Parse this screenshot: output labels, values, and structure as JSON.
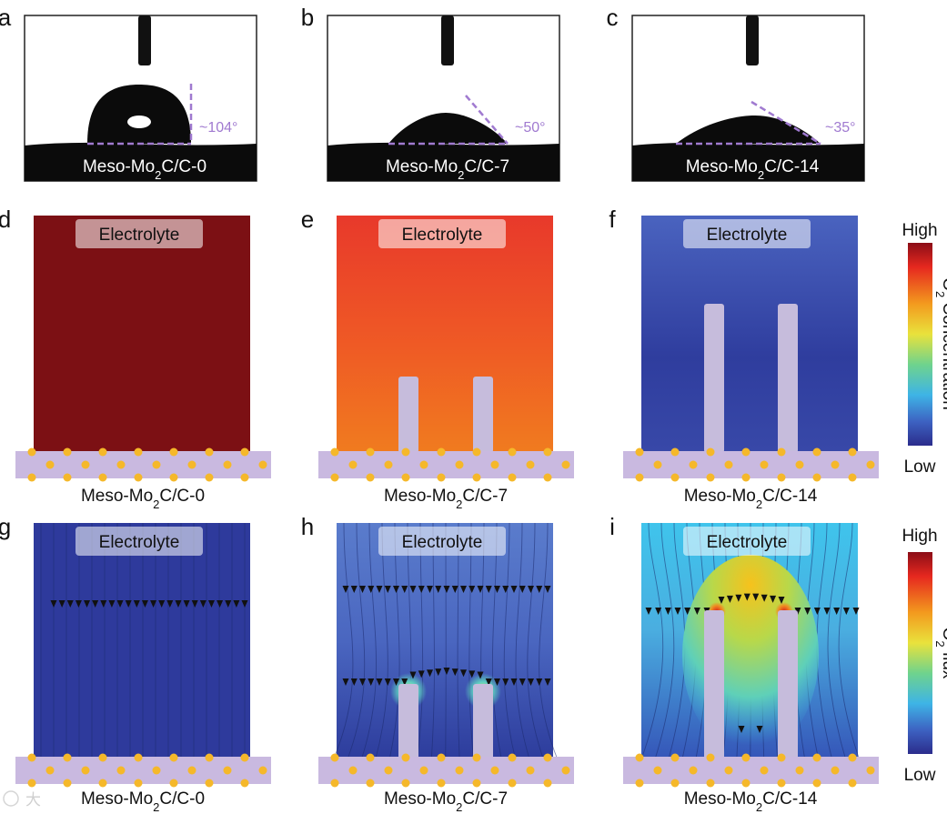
{
  "row1": [
    {
      "label": "a",
      "sample": "Meso-Mo",
      "sub": "2",
      "suffix": "C/C-0",
      "angle": "~104°"
    },
    {
      "label": "b",
      "sample": "Meso-Mo",
      "sub": "2",
      "suffix": "C/C-7",
      "angle": "~50°"
    },
    {
      "label": "c",
      "sample": "Meso-Mo",
      "sub": "2",
      "suffix": "C/C-14",
      "angle": "~35°"
    }
  ],
  "row2": [
    {
      "label": "d",
      "electrolyte": "Electrolyte",
      "sample": "Meso-Mo",
      "sub": "2",
      "suffix": "C/C-0"
    },
    {
      "label": "e",
      "electrolyte": "Electrolyte",
      "sample": "Meso-Mo",
      "sub": "2",
      "suffix": "C/C-7"
    },
    {
      "label": "f",
      "electrolyte": "Electrolyte",
      "sample": "Meso-Mo",
      "sub": "2",
      "suffix": "C/C-14"
    }
  ],
  "row3": [
    {
      "label": "g",
      "electrolyte": "Electrolyte",
      "sample": "Meso-Mo",
      "sub": "2",
      "suffix": "C/C-0"
    },
    {
      "label": "h",
      "electrolyte": "Electrolyte",
      "sample": "Meso-Mo",
      "sub": "2",
      "suffix": "C/C-7"
    },
    {
      "label": "i",
      "electrolyte": "Electrolyte",
      "sample": "Meso-Mo",
      "sub": "2",
      "suffix": "C/C-14"
    }
  ],
  "colorbar1": {
    "high": "High",
    "low": "Low",
    "title_pre": "O",
    "title_sub": "2",
    "title_post": " Concentration"
  },
  "colorbar2": {
    "high": "High",
    "low": "Low",
    "title_pre": "O",
    "title_sub": "2",
    "title_post": " flux"
  },
  "watermark": "大",
  "colors": {
    "contact_line": "#a07ad0",
    "substrate": "#c9b9e0",
    "dot": "#f5b82a",
    "pillar": "#c6bcdc"
  }
}
